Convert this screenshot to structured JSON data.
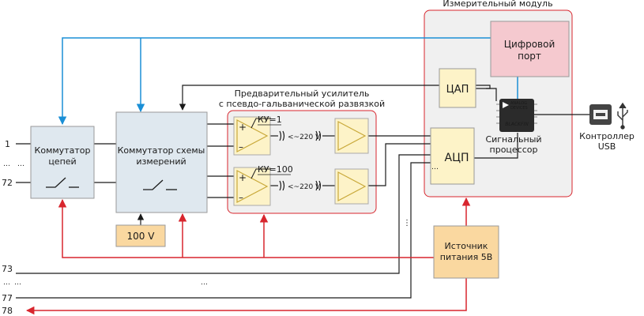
{
  "labels": {
    "module_title": "Измерительный модуль",
    "digital_port": [
      "Цифровой",
      "порт"
    ],
    "dac": "ЦАП",
    "adc": "АЦП",
    "dsp_label": [
      "Сигнальный",
      "процессор"
    ],
    "chip_brand": [
      "ANALOG",
      "DEVICES"
    ],
    "chip_name": "BLACKFIN",
    "usb_controller": [
      "Контроллер",
      "USB"
    ],
    "commutator_circuits": [
      "Коммутатор",
      "цепей"
    ],
    "commutator_scheme": [
      "Коммутатор схемы",
      "измерений"
    ],
    "voltage_source": "100 V",
    "preamp_title": [
      "Предварительный усилитель",
      "с псевдо-гальванической развязкой"
    ],
    "gain_1": "КУ=1",
    "gain_100": "КУ=100",
    "isolation_1": "<~220 V",
    "isolation_2": "<~220 V",
    "power_supply": [
      "Источник",
      "питания 5В"
    ],
    "plus": "+",
    "minus": "–"
  },
  "pins": {
    "p1": "1",
    "p72": "72",
    "p73": "73",
    "p77": "77",
    "p78": "78",
    "dots_h": "…",
    "dots_v": "⋮"
  },
  "colors": {
    "data_line": "#1a8fd6",
    "power_line": "#d8262e",
    "block_fill": "#dfe8ef",
    "module_fill": "#f0f0f0",
    "yellow_fill": "#fdf3c8",
    "orange_fill": "#fad8a0",
    "pink_fill": "#f5c9cf",
    "chip_fill": "#2b2b2b"
  }
}
